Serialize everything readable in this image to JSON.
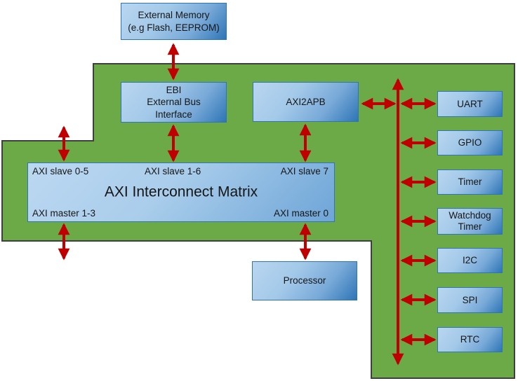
{
  "diagram": {
    "external_memory": {
      "line1": "External Memory",
      "line2": "(e.g Flash, EEPROM)"
    },
    "ebi": {
      "line1": "EBI",
      "line2": "External Bus",
      "line3": "Interface"
    },
    "axi2apb": {
      "label": "AXI2APB"
    },
    "matrix": {
      "title": "AXI Interconnect Matrix",
      "slave_left": "AXI slave 0-5",
      "slave_center": "AXI slave 1-6",
      "slave_right": "AXI slave 7",
      "master_left": "AXI master 1-3",
      "master_right": "AXI master 0"
    },
    "processor": {
      "label": "Processor"
    },
    "peripherals": [
      "UART",
      "GPIO",
      "Timer",
      "Watchdog Timer",
      "I2C",
      "SPI",
      "RTC"
    ],
    "colors": {
      "chip_region_green": "#6baa46",
      "chip_region_outline": "#3f3f3f",
      "arrow_red": "#c00000",
      "box_border_blue": "#2e75b6",
      "box_fill_light": "#b9d6f0",
      "box_fill_dark": "#2e75b6"
    }
  }
}
